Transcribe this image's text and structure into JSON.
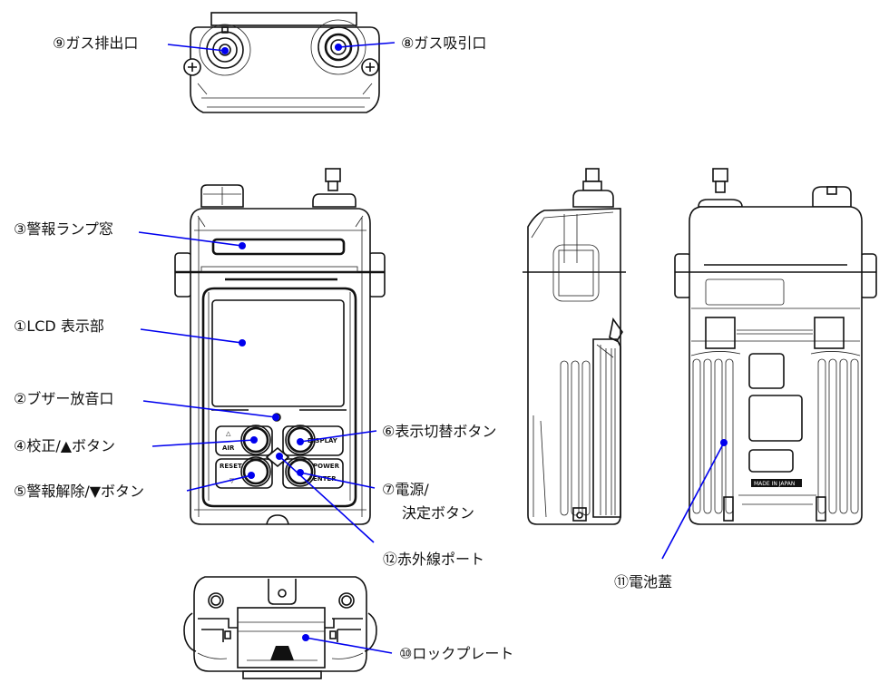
{
  "diagram": {
    "title": "ガス検知器 各部名称",
    "views": [
      "top-view",
      "front-view",
      "side-view",
      "back-view",
      "bottom-view"
    ],
    "leader_color": "#0000ee",
    "callouts": [
      {
        "id": "1",
        "label": "①LCD 表示部"
      },
      {
        "id": "2",
        "label": "②ブザー放音口"
      },
      {
        "id": "3",
        "label": "③警報ランプ窓"
      },
      {
        "id": "4",
        "label": "④校正/▲ボタン"
      },
      {
        "id": "5",
        "label": "⑤警報解除/▼ボタン"
      },
      {
        "id": "6",
        "label": "⑥表示切替ボタン"
      },
      {
        "id": "7",
        "label_line1": "⑦電源/",
        "label_line2": "決定ボタン"
      },
      {
        "id": "8",
        "label": "⑧ガス吸引口"
      },
      {
        "id": "9",
        "label": "⑨ガス排出口"
      },
      {
        "id": "10",
        "label": "⑩ロックプレート"
      },
      {
        "id": "11",
        "label": "⑪電池蓋"
      },
      {
        "id": "12",
        "label": "⑫赤外線ポート"
      }
    ],
    "button_markings": {
      "air": "AIR",
      "reset": "RESET",
      "display": "DISPLAY",
      "power": "POWER",
      "enter": "ENTER",
      "up_symbol": "△",
      "down_symbol": "▽"
    },
    "back_plate_text": "MADE IN JAPAN"
  }
}
